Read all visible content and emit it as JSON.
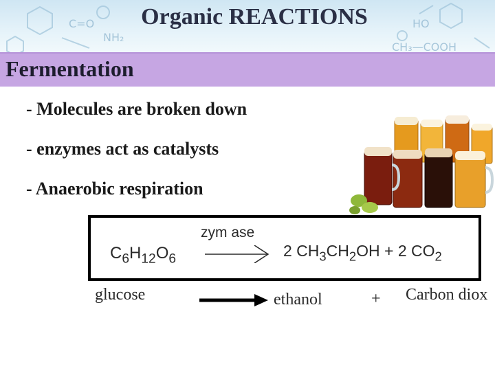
{
  "header": {
    "title": "Organic REACTIONS"
  },
  "section": {
    "title": "Fermentation"
  },
  "bullets": [
    "- Molecules are broken down",
    "- enzymes act as catalysts",
    "- Anaerobic respiration"
  ],
  "equation": {
    "reactant": {
      "c": "C",
      "c_sub": "6",
      "h": "H",
      "h_sub": "12",
      "o": "O",
      "o_sub": "6"
    },
    "enzyme": "zym ase",
    "products": {
      "p1_coef": "2 CH",
      "p1_sub1": "3",
      "p1_mid": "CH",
      "p1_sub2": "2",
      "p1_end": "OH + 2 CO",
      "p2_sub": "2"
    }
  },
  "word_equation": {
    "reactant": "glucose",
    "product1": "ethanol",
    "plus": "+",
    "product2": "Carbon diox"
  },
  "colors": {
    "section_bar": "#c6a6e3",
    "banner": "#cfe6f3"
  },
  "image": {
    "icon": "beer-glasses-image"
  }
}
